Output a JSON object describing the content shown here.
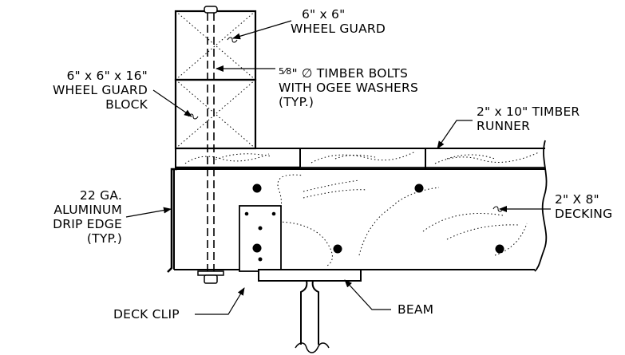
{
  "labels": {
    "wheel_guard": [
      "6\" x 6\"",
      "WHEEL GUARD"
    ],
    "wheel_guard_block": [
      "6\" x 6\" x 16\"",
      "WHEEL GUARD",
      "BLOCK"
    ],
    "timber_bolts": {
      "fraction": "5⁄8",
      "line1_rest": "\" ∅ TIMBER BOLTS",
      "line2": "WITH OGEE WASHERS",
      "line3": "(TYP.)"
    },
    "timber_runner": [
      "2\" x 10\"  TIMBER",
      "RUNNER"
    ],
    "decking": [
      "2\" X 8\"",
      "DECKING"
    ],
    "drip_edge": [
      "22 GA.",
      "ALUMINUM",
      "DRIP EDGE",
      "(TYP.)"
    ],
    "deck_clip": "DECK CLIP",
    "beam": "BEAM"
  }
}
